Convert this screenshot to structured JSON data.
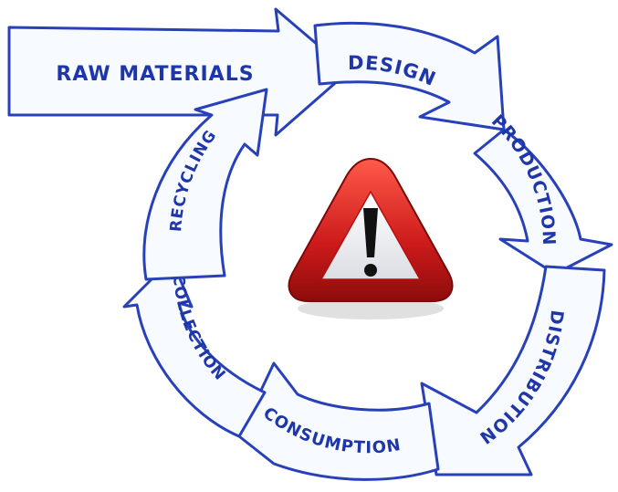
{
  "diagram": {
    "stages": [
      {
        "id": "raw-materials",
        "label": "RAW MATERIALS"
      },
      {
        "id": "design",
        "label": "DESIGN"
      },
      {
        "id": "production",
        "label": "PRODUCTION"
      },
      {
        "id": "distribution",
        "label": "DISTRIBUTION"
      },
      {
        "id": "consumption",
        "label": "CONSUMPTION"
      },
      {
        "id": "collection",
        "label": "COLLECTION"
      },
      {
        "id": "recycling",
        "label": "RECYCLING"
      }
    ],
    "center_icon": "warning-icon",
    "colors": {
      "outline": "#2840b8",
      "arrow_fill": "#f7fafe",
      "text": "#1f36a8",
      "warning_red": "#cc1a1a",
      "warning_inner": "#f2f3f6"
    }
  }
}
